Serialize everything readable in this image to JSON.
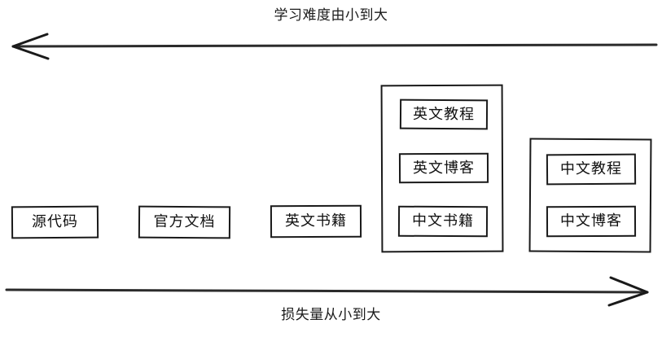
{
  "diagram": {
    "top_axis": {
      "label": "学习难度由小到大",
      "direction": "left",
      "arrow_name": "difficulty-axis-arrow"
    },
    "bottom_axis": {
      "label": "损失量从小到大",
      "direction": "right",
      "arrow_name": "loss-axis-arrow"
    },
    "nodes": [
      {
        "label": "源代码"
      },
      {
        "label": "官方文档"
      },
      {
        "label": "英文书籍"
      }
    ],
    "groups": [
      {
        "name": "english-materials-group",
        "items": [
          {
            "label": "英文教程"
          },
          {
            "label": "英文博客"
          },
          {
            "label": "中文书籍"
          }
        ]
      },
      {
        "name": "chinese-materials-group",
        "items": [
          {
            "label": "中文教程"
          },
          {
            "label": "中文博客"
          }
        ]
      }
    ],
    "colors": {
      "stroke": "#1a1a1a",
      "background": "#ffffff",
      "text": "#111111"
    }
  }
}
